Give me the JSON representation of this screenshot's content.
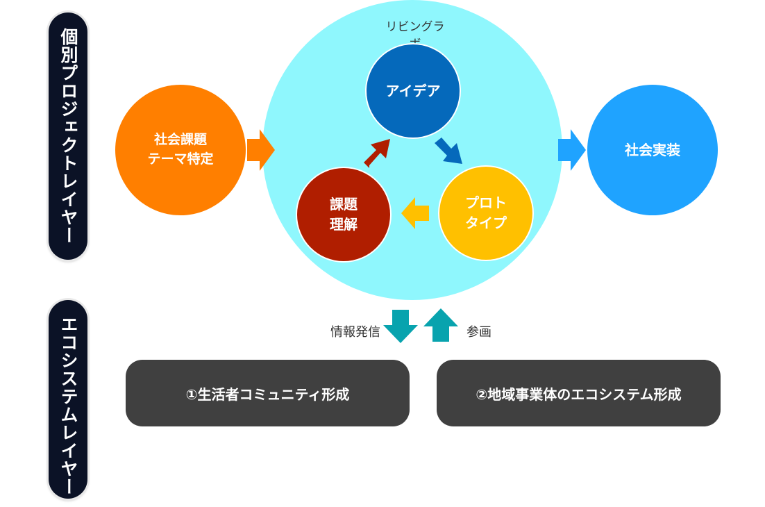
{
  "left_labels": {
    "top": "個別プロジェクトレイヤー",
    "bottom": "エコシステムレイヤー"
  },
  "living_lab": {
    "label": "リビングラボ",
    "color": "#8ff7fd"
  },
  "nodes": {
    "social_theme": {
      "lines": [
        "社会課題",
        "テーマ特定"
      ],
      "color": "#ff7f00"
    },
    "idea": {
      "lines": [
        "アイデア"
      ],
      "color": "#0569bb"
    },
    "prototype": {
      "lines": [
        "プロト",
        "タイプ"
      ],
      "color": "#ffc000"
    },
    "understanding": {
      "lines": [
        "課題",
        "理解"
      ],
      "color": "#b01e00"
    },
    "implementation": {
      "lines": [
        "社会実装"
      ],
      "color": "#1fa3ff"
    }
  },
  "flows": {
    "info_label": "情報発信",
    "participation_label": "参画",
    "color": "#08a3ae"
  },
  "ecosystem": {
    "box1": "①生活者コミュニティ形成",
    "box2": "②地域事業体のエコシステム形成"
  }
}
